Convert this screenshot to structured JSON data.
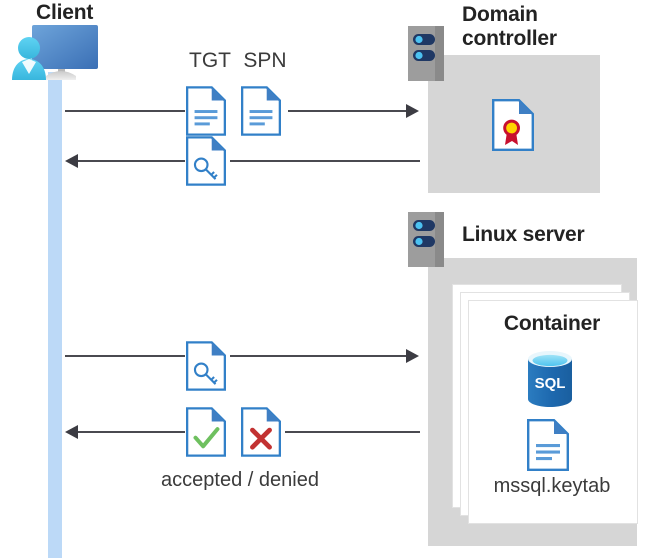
{
  "diagram": {
    "type": "kerberos-authentication-flow",
    "actors": {
      "client": {
        "label": "Client",
        "icon": "desktop-user-icon"
      },
      "domain_controller": {
        "label_line1": "Domain",
        "label_line2": "controller",
        "icon": "server-rack-icon",
        "contents": [
          {
            "icon": "certificate-document-icon",
            "label": ""
          }
        ]
      },
      "linux_server": {
        "label": "Linux server",
        "icon": "server-rack-icon",
        "container": {
          "label": "Container",
          "items": [
            {
              "icon": "sql-database-icon",
              "label": "SQL"
            },
            {
              "icon": "document-lines-icon",
              "label": "mssql.keytab"
            }
          ]
        }
      }
    },
    "messages": [
      {
        "id": "request-tgt-spn",
        "direction": "right",
        "from": "client",
        "to": "domain_controller",
        "icons": [
          {
            "name": "document-lines-icon",
            "label": "TGT"
          },
          {
            "name": "document-lines-icon",
            "label": "SPN"
          }
        ]
      },
      {
        "id": "issue-ticket",
        "direction": "left",
        "from": "domain_controller",
        "to": "client",
        "icons": [
          {
            "name": "document-key-icon",
            "label": ""
          }
        ]
      },
      {
        "id": "present-ticket",
        "direction": "right",
        "from": "client",
        "to": "linux_server",
        "icons": [
          {
            "name": "document-key-icon",
            "label": ""
          }
        ]
      },
      {
        "id": "auth-result",
        "direction": "left",
        "from": "linux_server",
        "to": "client",
        "icons": [
          {
            "name": "document-check-icon",
            "label": ""
          },
          {
            "name": "document-cross-icon",
            "label": ""
          }
        ],
        "caption": "accepted / denied"
      }
    ],
    "colors": {
      "accent_blue": "#3280c8",
      "panel_gray": "#d6d6d6",
      "lifeline_blue": "#bcd9f7",
      "arrow_gray": "#4a4a50",
      "accept_green": "#6ec05f",
      "deny_red": "#c23232",
      "sql_blue": "#1f6cb0",
      "seal_red": "#c8102e",
      "seal_gold": "#ffd400",
      "rack_navy": "#1f3864",
      "rack_cyan": "#4cc2f1"
    }
  }
}
